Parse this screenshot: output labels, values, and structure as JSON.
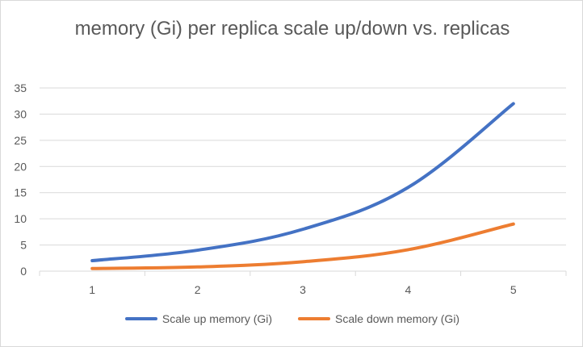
{
  "chart_data": {
    "type": "line",
    "title": "memory (Gi) per replica scale up/down vs. replicas",
    "xlabel": "",
    "ylabel": "",
    "categories": [
      "1",
      "2",
      "3",
      "4",
      "5"
    ],
    "x": [
      1,
      2,
      3,
      4,
      5
    ],
    "ylim": [
      0,
      35
    ],
    "yticks": [
      0,
      5,
      10,
      15,
      20,
      25,
      30,
      35
    ],
    "grid": true,
    "legend_position": "bottom",
    "series": [
      {
        "name": "Scale up memory (Gi)",
        "values": [
          2,
          4,
          8,
          16,
          32
        ],
        "color": "#4472C4"
      },
      {
        "name": "Scale down memory (Gi)",
        "values": [
          0.5,
          0.8,
          1.8,
          4.1,
          9
        ],
        "color": "#ED7D31"
      }
    ]
  }
}
